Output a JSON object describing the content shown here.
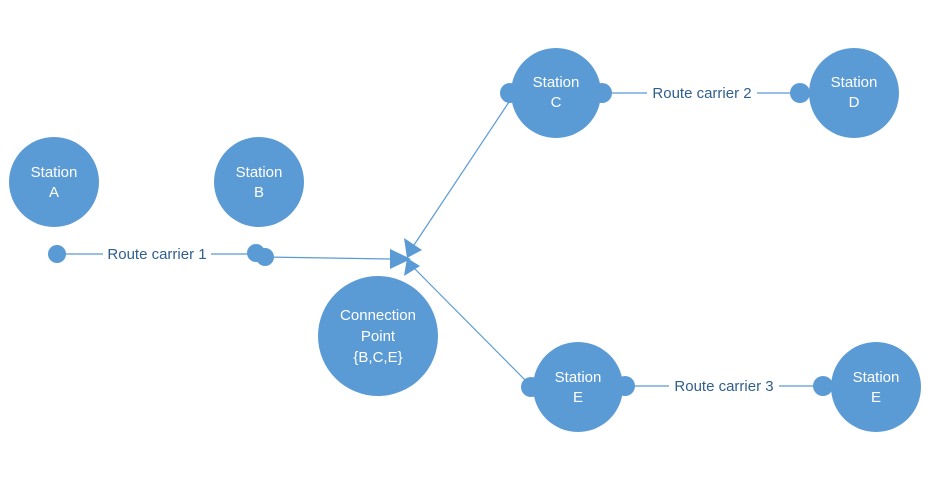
{
  "nodes": {
    "station_a": {
      "line1": "Station",
      "line2": "A"
    },
    "station_b": {
      "line1": "Station",
      "line2": "B"
    },
    "station_c": {
      "line1": "Station",
      "line2": "C"
    },
    "station_d": {
      "line1": "Station",
      "line2": "D"
    },
    "station_e": {
      "line1": "Station",
      "line2": "E"
    },
    "station_e2": {
      "line1": "Station",
      "line2": "E"
    },
    "connection_point": {
      "line1": "Connection",
      "line2": "Point",
      "line3": "{B,C,E}"
    }
  },
  "edges": {
    "route_1": "Route carrier 1",
    "route_2": "Route carrier 2",
    "route_3": "Route carrier 3"
  },
  "colors": {
    "node_fill": "#5b9bd5",
    "port_fill": "#5b9bd5",
    "line": "#5b9bd5",
    "arrow": "#5b9bd5",
    "label_text": "#2f5f8f"
  }
}
